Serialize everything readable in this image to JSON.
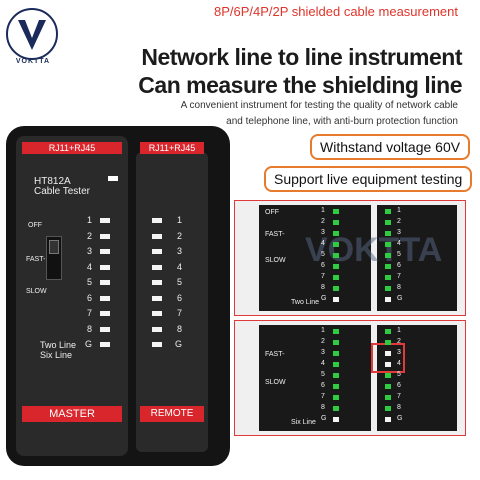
{
  "brand": {
    "name": "VOKTTA"
  },
  "colors": {
    "accent": "#e0342a",
    "feature_border": "#e87a2c",
    "led_white": "#f4f4f4",
    "led_green": "#2ecc40"
  },
  "header": {
    "tagline": "8P/6P/4P/2P shielded cable measurement",
    "title_line1": "Network line to line instrument",
    "title_line2": "Can measure the shielding line",
    "desc_line1": "A convenient instrument for testing the quality of network cable",
    "desc_line2": "and telephone line, with anti-burn protection function"
  },
  "features": [
    "Withstand voltage 60V",
    "Support live equipment testing"
  ],
  "tester": {
    "master_port": "RJ11+RJ45",
    "remote_port": "RJ11+RJ45",
    "model": "HT812A",
    "subtitle": "Cable Tester",
    "switch": {
      "off": "OFF",
      "fast": "FAST-",
      "slow": "SLOW"
    },
    "pins": [
      "1",
      "2",
      "3",
      "4",
      "5",
      "6",
      "7",
      "8",
      "G"
    ],
    "two_line": "Two Line",
    "six_line": "Six Line",
    "master_label": "MASTER",
    "remote_label": "REMOTE"
  },
  "photos": {
    "watermark": "VOKTTA",
    "two_line": "Two Line",
    "six_line": "Six Line",
    "switch": {
      "off": "OFF",
      "fast": "FAST-",
      "slow": "SLOW"
    }
  }
}
